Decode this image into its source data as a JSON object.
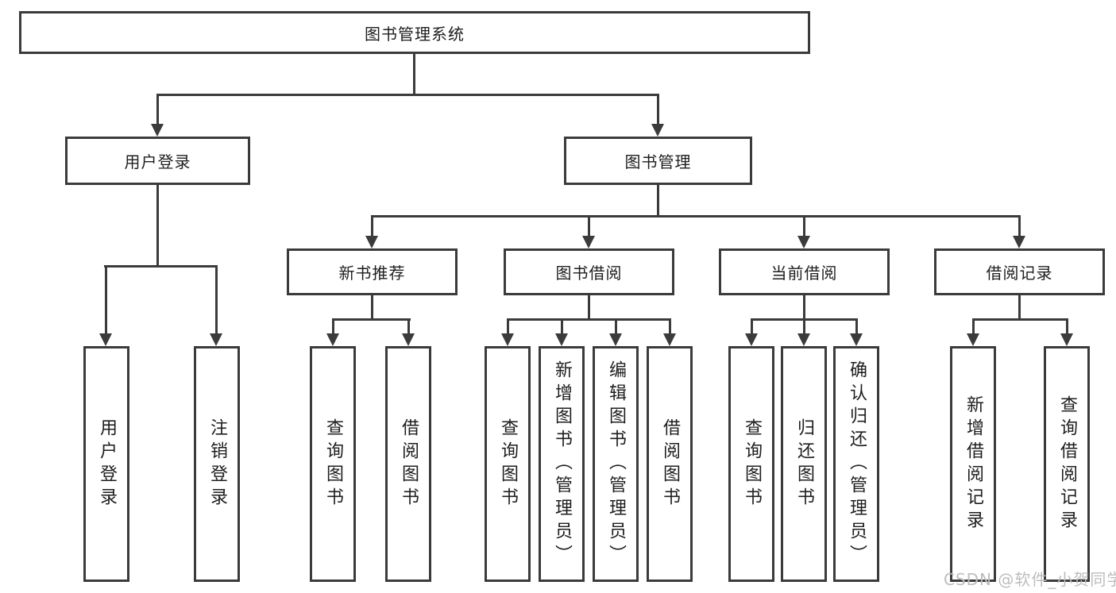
{
  "diagram": {
    "title": "图书管理系统",
    "level2": [
      {
        "label": "用户登录"
      },
      {
        "label": "图书管理"
      }
    ],
    "level3": [
      {
        "label": "新书推荐"
      },
      {
        "label": "图书借阅"
      },
      {
        "label": "当前借阅"
      },
      {
        "label": "借阅记录"
      }
    ],
    "leaves": {
      "user_login": [
        "用户登录",
        "注销登录"
      ],
      "new_book_recommend": [
        "查询图书",
        "借阅图书"
      ],
      "book_borrowing": [
        "查询图书",
        "新增图书（管理员）",
        "编辑图书（管理员）",
        "借阅图书"
      ],
      "current_borrowing": [
        "查询图书",
        "归还图书",
        "确认归还（管理员）"
      ],
      "borrowing_records": [
        "新增借阅记录",
        "查询借阅记录"
      ]
    }
  },
  "watermark": "CSDN @软件_小贺同学",
  "colors": {
    "line": "#3b3b3b",
    "text": "#1e1e1e",
    "watermark": "#bdbdbd",
    "background": "#ffffff"
  }
}
